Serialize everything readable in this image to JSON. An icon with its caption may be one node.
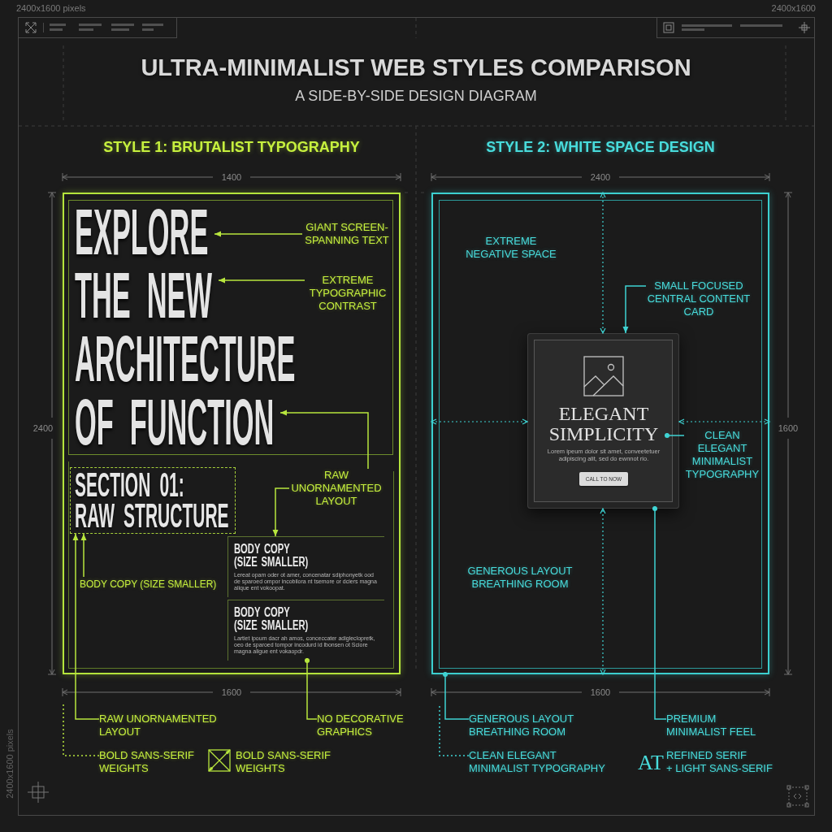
{
  "diagram": {
    "title": "ULTRA-MINIMALIST WEB STYLES COMPARISON",
    "nodes": [
      {
        "text": [],
        "shape": "box"
      },
      {
        "text": [
          "EXPLORE THE NEW ARCHITECTURE OF FUNCTION"
        ],
        "in": 0
      },
      {
        "text": [
          "GIANT SCREEN-SPANNING TEXT"
        ],
        "in": 1
      },
      {
        "text": [
          "EXTREME TYPOGRAPHIC CONTRAST"
        ],
        "in": 1
      },
      {
        "text": [
          "SECTION 01: RAW STRUCTURE"
        ],
        "in": 0
      },
      {
        "text": [
          "RAW UNORNAMENTED LAYOUT"
        ],
        "in": 0
      },
      {
        "text": [
          "BODY COPY (SIZE SMALLER)",
          "Lereat opam oder ot amer, concenatar sdiphonyetk ood de sparoed ompor incobilora nt tsemore or dciers magna alique ent vokoopat."
        ],
        "in": 0
      },
      {
        "text": [
          "BODY COPY (SIZE SMALLER)",
          "Lartiet ipoum dacr ah amos, conceccater adigleclopretk, oeo de sparoed tompor incodurd id lbonsen ot Sciore magna aligue ent vokaopdr."
        ],
        "in": 0
      },
      {
        "text": [
          "BODY COPY (SIZE SMALLER)"
        ],
        "in": 0
      },
      {
        "text": [],
        "shape": "box"
      },
      {
        "text": [
          "SMALL FOCUSED CENTRAL CONTENT CARD"
        ],
        "in": 9
      },
      {
        "text": [
          "Lorem ipeum dolor sit amet, conveetetuer adipiscing alit, sed do ewnnot rio.",
          "CALL TO NOW"
        ],
        "in": 9
      },
      {
        "text": [
          "ELEGANT SIMPLICITY"
        ],
        "in": 11
      },
      {
        "text": [
          "CLEAN ELEGANT MINIMALIST TYPOGRAPHY"
        ],
        "in": 9
      },
      {
        "text": [
          "RAW UNORNAMENTED LAYOUT"
        ]
      },
      {
        "text": [
          "NO DECORATIVE GRAPHICS"
        ]
      },
      {
        "text": [
          "GENEROUS LAYOUT BREATHING ROOM"
        ]
      },
      {
        "text": [
          "PREMIUM MINIMALIST FEEL"
        ]
      },
      {
        "text": [
          "BOLD SANS-SERIF WEIGHTS"
        ]
      },
      {
        "text": [
          "CLEAN ELEGANT MINIMALIST TYPOGRAPHY"
        ]
      }
    ],
    "edges": [
      {
        "from": 2,
        "to": null,
        "arrow": "to",
        "color": "#b8e63e"
      },
      {
        "from": 3,
        "to": null,
        "arrow": "to",
        "color": "#b8e63e"
      },
      {
        "from": 5,
        "to": null,
        "arrow": "to",
        "color": "#b8e63e"
      },
      {
        "from": 5,
        "to": 6,
        "arrow": "to",
        "color": "#b8e63e"
      },
      {
        "from": 14,
        "to": 4,
        "arrow": "to",
        "color": "#b8e63e"
      },
      {
        "from": 8,
        "to": 4,
        "arrow": "to",
        "color": "#b8e63e"
      },
      {
        "from": 15,
        "to": 7,
        "arrow": "other",
        "color": "#b8e63e"
      },
      {
        "from": 18,
        "to": null,
        "arrow": "none",
        "style": "dashed",
        "color": "#b8e63e"
      },
      {
        "from": 10,
        "to": 11,
        "arrow": "to"
      },
      {
        "from": 13,
        "to": 12,
        "arrow": "other"
      },
      {
        "from": 16,
        "to": 9,
        "arrow": "other"
      },
      {
        "from": 17,
        "to": 11,
        "arrow": "other"
      },
      {
        "from": 19,
        "to": null,
        "arrow": "none",
        "style": "dashed"
      },
      {
        "from": 9,
        "to": 11,
        "arrow": "both",
        "style": "dashed"
      },
      {
        "from": 9,
        "to": 11,
        "arrow": "both",
        "style": "dashed"
      },
      {
        "from": 9,
        "to": 11,
        "arrow": "both",
        "style": "dashed"
      },
      {
        "from": 9,
        "to": 11,
        "arrow": "both",
        "style": "dashed"
      }
    ],
    "labels": [
      "2400x1600 pixels",
      "2400x1600",
      "A SIDE-BY-SIDE DESIGN DIAGRAM",
      "STYLE 1: BRUTALIST TYPOGRAPHY",
      "STYLE 2: WHITE SPACE DESIGN",
      "1400",
      "2400",
      "2400",
      "EXTREME NEGATIVE SPACE",
      "1600",
      "GENEROUS LAYOUT BREATHING ROOM",
      "1600",
      "1600",
      "BOLD SANS-SERIF WEIGHTS",
      "AT",
      "REFINED SERIF + LIGHT SANS-SERIF",
      "2400x1600 pixels"
    ]
  }
}
